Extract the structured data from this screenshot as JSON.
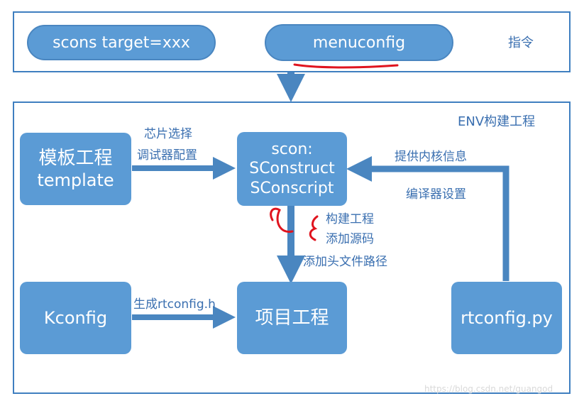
{
  "top": {
    "cmd1": "scons target=xxx",
    "cmd2": "menuconfig",
    "label": "指令"
  },
  "env": {
    "label": "ENV构建工程"
  },
  "boxes": {
    "template_line1": "模板工程",
    "template_line2": "template",
    "scon_line1": "scon:",
    "scon_line2": "SConstruct",
    "scon_line3": "SConscript",
    "kconfig": "Kconfig",
    "project": "项目工程",
    "rtconfig": "rtconfig.py"
  },
  "labels": {
    "chip_select": "芯片选择",
    "debugger_config": "调试器配置",
    "kernel_info": "提供内核信息",
    "compiler_settings": "编译器设置",
    "build_project": "构建工程",
    "add_source": "添加源码",
    "add_header_path": "添加头文件路径",
    "gen_rtconfig": "生成rtconfig.h"
  },
  "watermark": "https://blog.csdn.net/guangod",
  "colors": {
    "box_fill": "#5b9bd5",
    "border": "#3f7fc0",
    "label": "#3a6fb0",
    "annotation": "#e0141e"
  }
}
